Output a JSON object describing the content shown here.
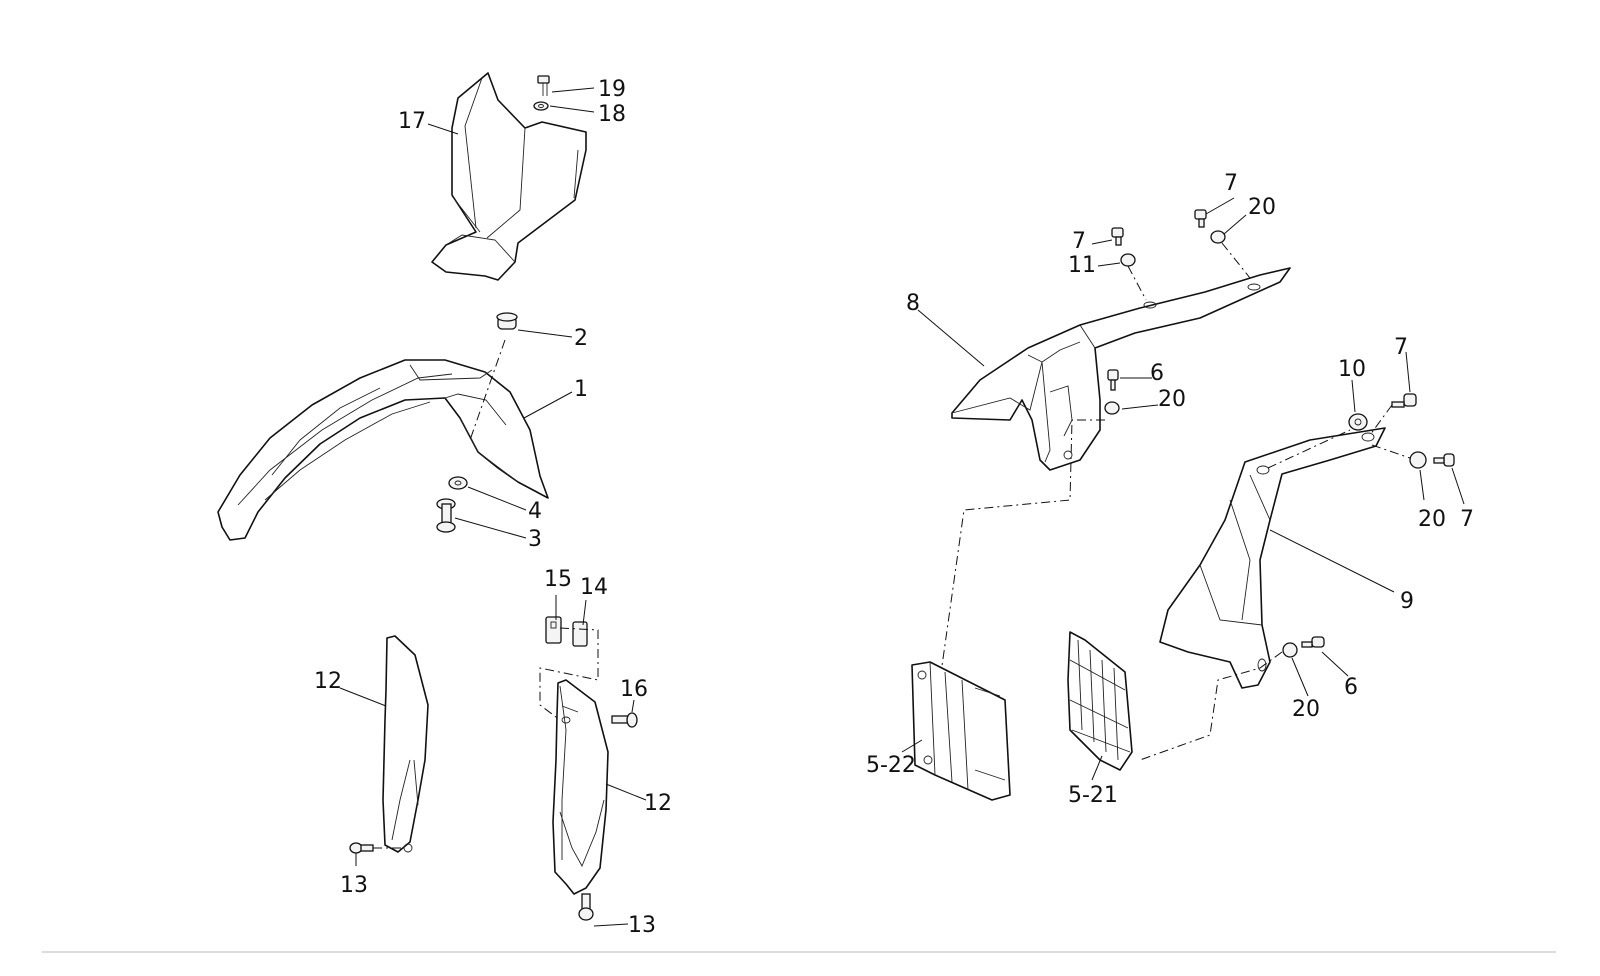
{
  "callouts": {
    "c17": "17",
    "c19": "19",
    "c18": "18",
    "c2": "2",
    "c1": "1",
    "c4": "4",
    "c3": "3",
    "c15": "15",
    "c14": "14",
    "c16": "16",
    "c12a": "12",
    "c12b": "12",
    "c13a": "13",
    "c13b": "13",
    "c7a": "7",
    "c20a": "20",
    "c7b": "7",
    "c11": "11",
    "c8": "8",
    "c6a": "6",
    "c20b": "20",
    "c10": "10",
    "c7c": "7",
    "c20c": "20",
    "c7d": "7",
    "c9": "9",
    "c6b": "6",
    "c20d": "20",
    "c522": "5-22",
    "c521": "5-21"
  },
  "icons": {
    "bolt": "bolt-icon",
    "washer": "washer-icon",
    "grommet": "grommet-icon",
    "clip": "clip-icon"
  },
  "colors": {
    "line": "#111111",
    "background": "#ffffff",
    "footer_rule": "#d0d0d0"
  }
}
